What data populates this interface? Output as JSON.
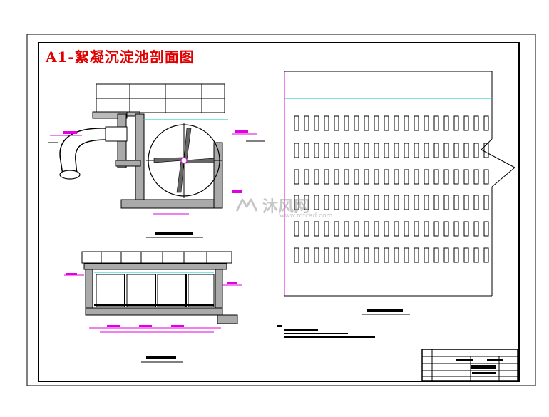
{
  "drawing": {
    "title": "A1-絮凝沉淀池剖面图"
  },
  "watermark": {
    "brand": "沐风网",
    "url": "www.mfcad.com",
    "icon": "mf-logo-icon"
  },
  "colors": {
    "frame": "#000000",
    "title": "#e10000",
    "dimension": "#e000e0",
    "water": "#00c8c8",
    "concrete": "#444444",
    "hatch": "#888888"
  }
}
